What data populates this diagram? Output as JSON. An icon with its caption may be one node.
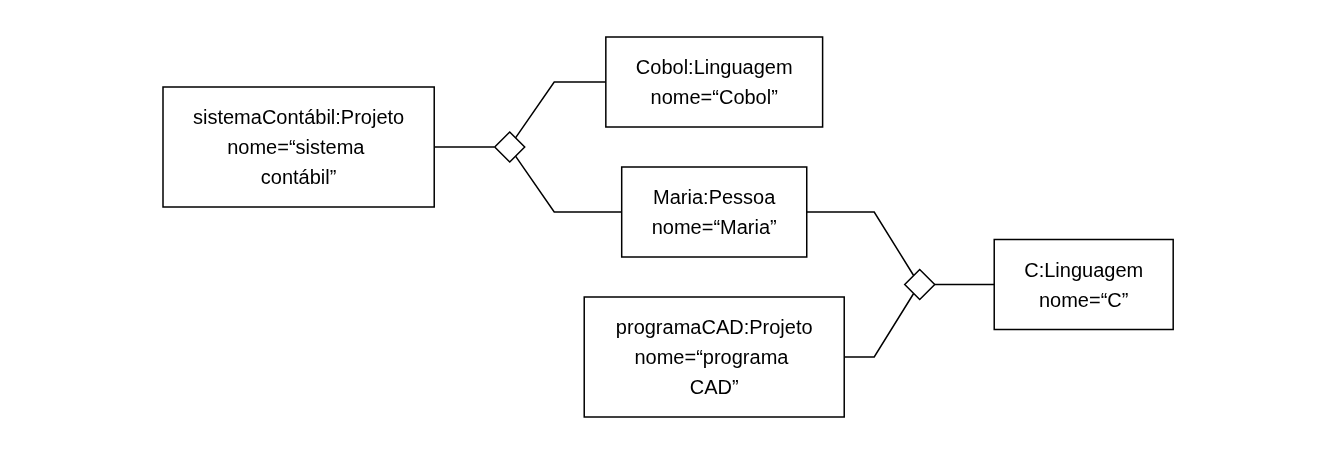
{
  "diagram": {
    "nodes": [
      {
        "text": [
          "sistemaContábil:Projeto",
          "nome=“sistema contábil”"
        ]
      },
      {
        "text": [],
        "shape": "diamond"
      },
      {
        "text": [
          "Cobol:Linguagem",
          "nome=“Cobol”"
        ]
      },
      {
        "text": [
          "Maria:Pessoa",
          "nome=“Maria”"
        ]
      },
      {
        "text": [
          "programaCAD:Projeto",
          "nome=“programa CAD”"
        ]
      },
      {
        "text": [],
        "shape": "diamond"
      },
      {
        "text": [
          "C:Linguagem",
          "nome=“C”"
        ]
      }
    ],
    "edges": [
      {
        "from": 0,
        "to": 1,
        "arrow": "none"
      },
      {
        "from": 1,
        "to": 2,
        "arrow": "none"
      },
      {
        "from": 1,
        "to": 3,
        "arrow": "none"
      },
      {
        "from": 3,
        "to": 5,
        "arrow": "none"
      },
      {
        "from": 4,
        "to": 5,
        "arrow": "none"
      },
      {
        "from": 5,
        "to": 6,
        "arrow": "none"
      }
    ]
  }
}
